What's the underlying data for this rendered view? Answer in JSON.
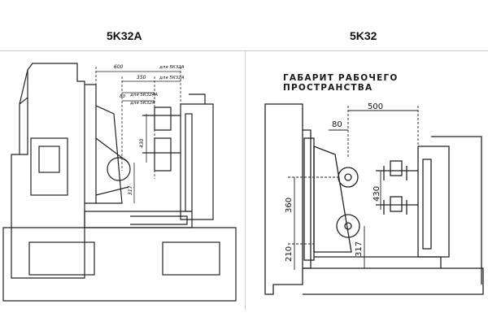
{
  "left": {
    "title": "5K32A",
    "dims": {
      "d600": "600",
      "d350": "350",
      "d80": "80",
      "d430": "430",
      "d317": "317",
      "lbl1": "для 5К32А",
      "lbl2": "для 5К32А",
      "lbl3": "для 5К324А",
      "lbl4": "для 5К32А"
    }
  },
  "right": {
    "title": "5K32",
    "header": "ГАБАРИТ РАБОЧЕГО ПРОСТРАНСТВА",
    "dims": {
      "d500": "500",
      "d80": "80",
      "d430": "430",
      "d360": "360",
      "d210": "210",
      "d317": "317"
    }
  }
}
